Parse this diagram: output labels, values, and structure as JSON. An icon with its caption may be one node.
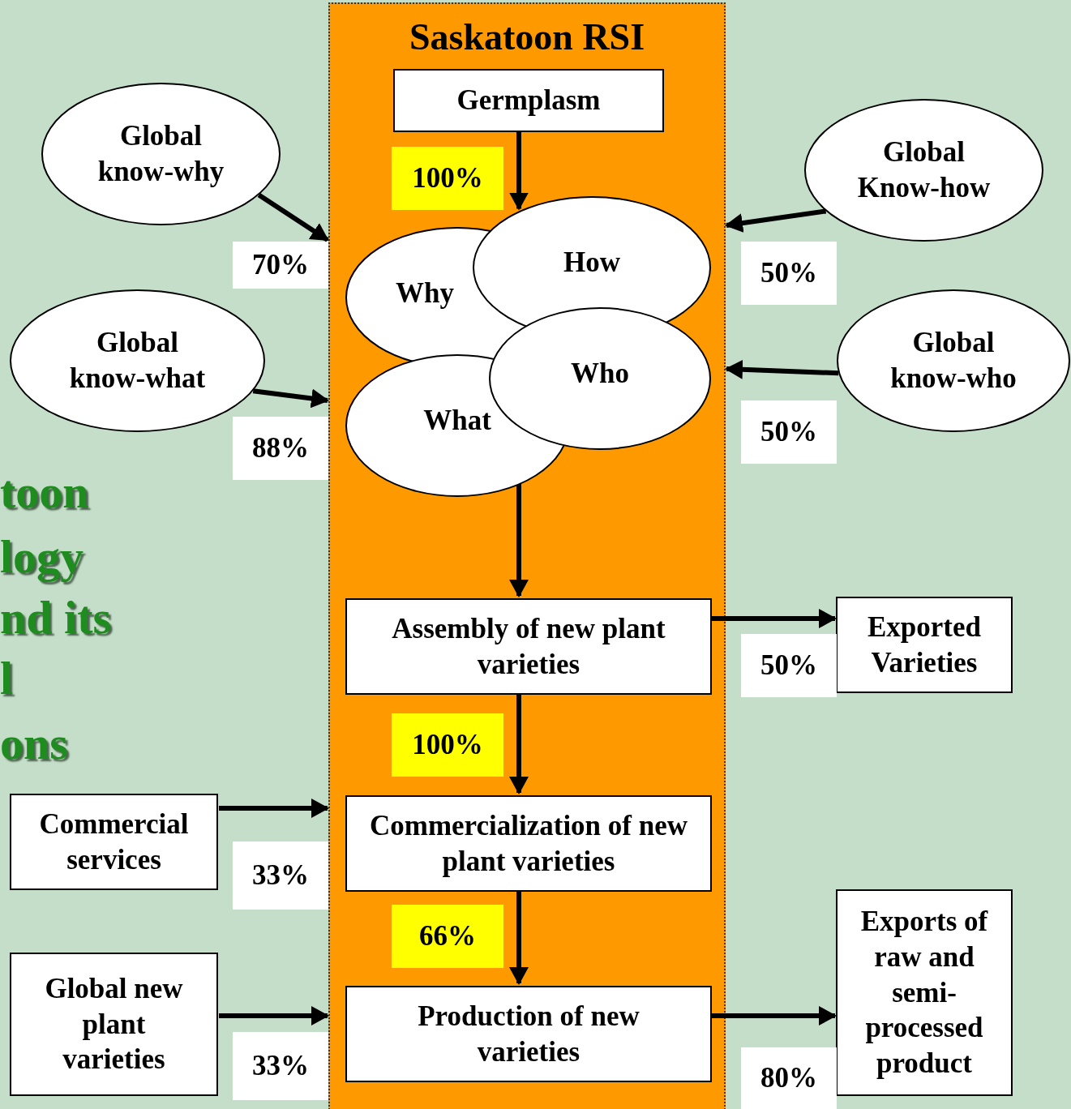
{
  "diagram": {
    "nodes": [
      {
        "text": [
          "Saskatoon RSI"
        ]
      },
      {
        "text": [
          "Germplasm"
        ],
        "in": 0
      },
      {
        "text": [
          "Why"
        ],
        "in": 0
      },
      {
        "text": [
          "How"
        ],
        "in": 0
      },
      {
        "text": [
          "What"
        ],
        "in": 0
      },
      {
        "text": [
          "Who"
        ],
        "in": 0
      },
      {
        "text": [
          "Assembly of new plant varieties"
        ],
        "in": 0
      },
      {
        "text": [
          "Commercialization of new plant varieties"
        ],
        "in": 0
      },
      {
        "text": [
          "Production of new varieties"
        ],
        "in": 0
      },
      {
        "text": [
          "Global know-why"
        ]
      },
      {
        "text": [
          "Global know-what"
        ]
      },
      {
        "text": [
          "Global Know-how"
        ]
      },
      {
        "text": [
          "Global know-who"
        ]
      },
      {
        "text": [
          "Exported Varieties"
        ]
      },
      {
        "text": [
          "Commercial services"
        ]
      },
      {
        "text": [
          "Global new plant varieties"
        ]
      },
      {
        "text": [
          "Exports of raw and semi-processed product"
        ]
      }
    ],
    "edges": [
      {
        "from": 1,
        "to": 3,
        "arrow": "to",
        "label": "100%"
      },
      {
        "from": 9,
        "to": 0,
        "arrow": "to",
        "label": "70%"
      },
      {
        "from": 10,
        "to": 0,
        "arrow": "to",
        "label": "88%"
      },
      {
        "from": 11,
        "to": 0,
        "arrow": "to",
        "label": "50%"
      },
      {
        "from": 12,
        "to": 0,
        "arrow": "to",
        "label": "50%"
      },
      {
        "from": 4,
        "to": 6,
        "arrow": "to"
      },
      {
        "from": 6,
        "to": 13,
        "arrow": "to",
        "label": "50%"
      },
      {
        "from": 6,
        "to": 7,
        "arrow": "to",
        "label": "100%"
      },
      {
        "from": 14,
        "to": 0,
        "arrow": "to",
        "label": "33%"
      },
      {
        "from": 7,
        "to": 8,
        "arrow": "to",
        "label": "66%"
      },
      {
        "from": 15,
        "to": 0,
        "arrow": "to",
        "label": "33%"
      },
      {
        "from": 8,
        "to": 16,
        "arrow": "to",
        "label": "80%"
      }
    ],
    "labels": [
      "toon",
      "logy",
      "nd its",
      "l",
      "ons"
    ]
  }
}
